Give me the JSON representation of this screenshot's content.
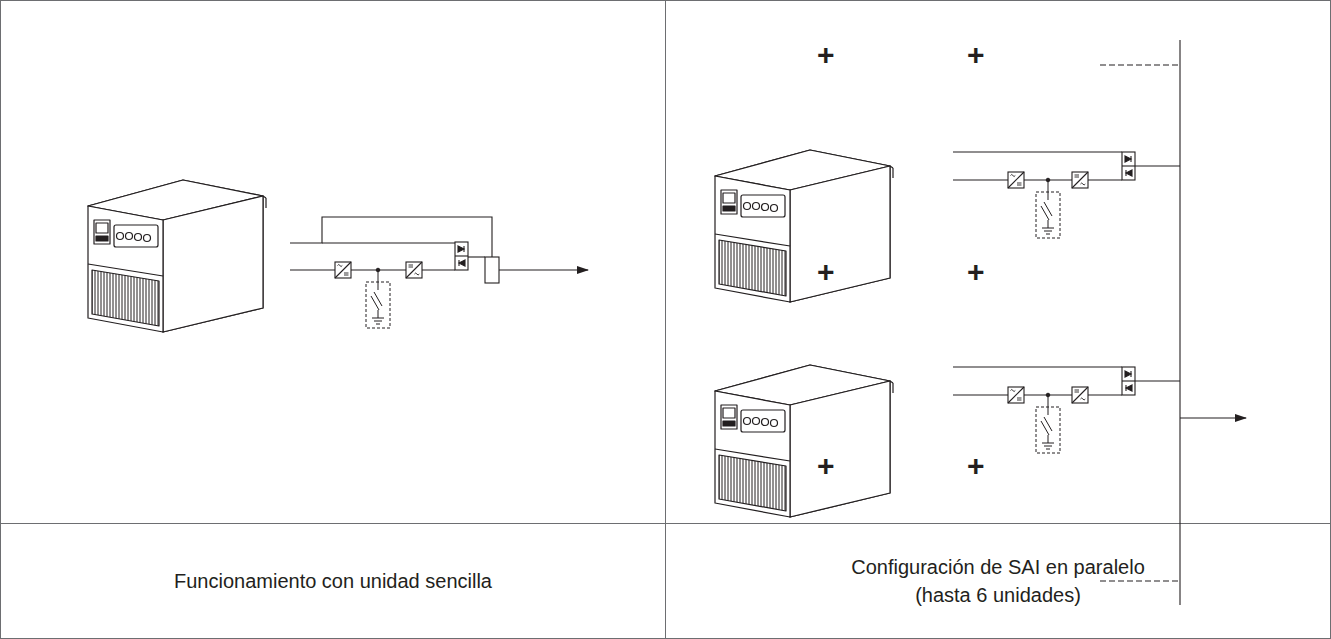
{
  "diagram": {
    "labels": [
      "+",
      "+",
      "+",
      "+",
      "+",
      "+",
      "Funcionamiento con unidad sencilla",
      "Configuración de SAI en paralelo (hasta 6 unidades)"
    ]
  }
}
